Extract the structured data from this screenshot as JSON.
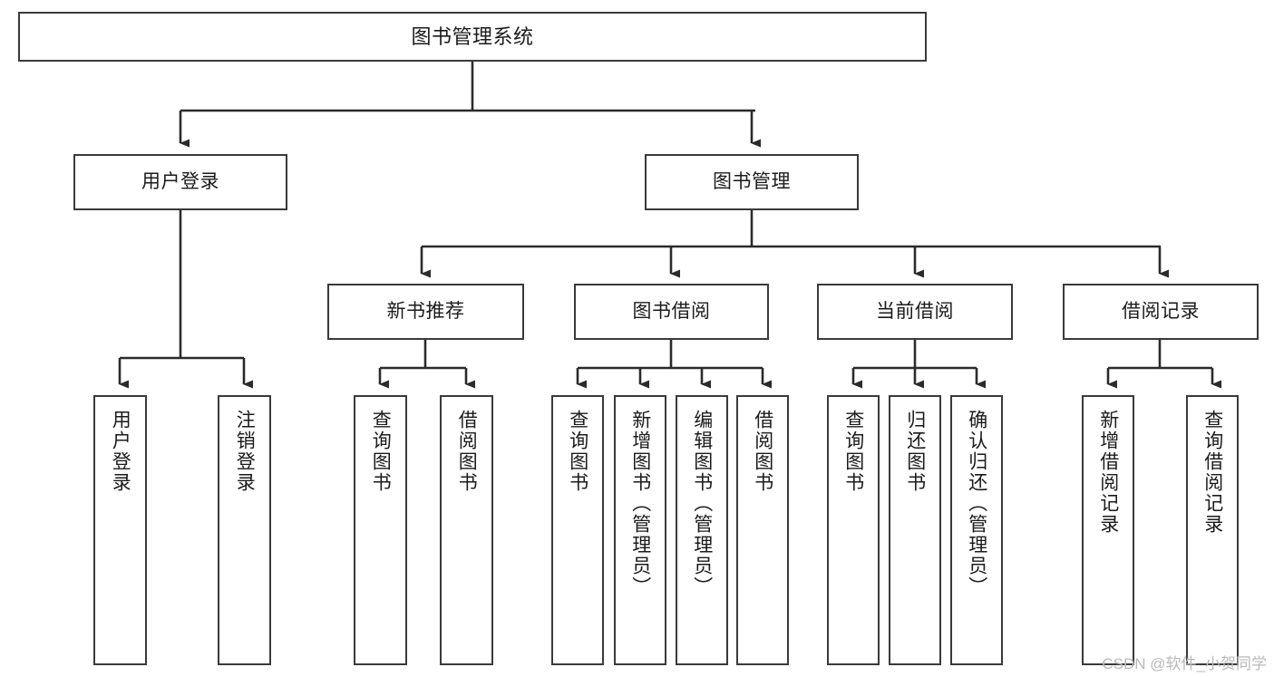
{
  "diagram": {
    "type": "tree",
    "title": "图书管理系统",
    "orientation": "top-down",
    "colors": {
      "box_border": "#3a3a3a",
      "box_fill": "#ffffff",
      "connector": "#2b2b2b",
      "text": "#1b1b1b",
      "watermark": "#b9b9b9",
      "background": "#ffffff"
    },
    "root": {
      "id": "root",
      "label": "图书管理系统"
    },
    "level2": [
      {
        "id": "login",
        "label": "用户登录"
      },
      {
        "id": "bookmgmt",
        "label": "图书管理"
      }
    ],
    "level3": [
      {
        "id": "newbook",
        "label": "新书推荐",
        "parent": "bookmgmt"
      },
      {
        "id": "borrow",
        "label": "图书借阅",
        "parent": "bookmgmt"
      },
      {
        "id": "current",
        "label": "当前借阅",
        "parent": "bookmgmt"
      },
      {
        "id": "record",
        "label": "借阅记录",
        "parent": "bookmgmt"
      }
    ],
    "leaves": {
      "login": [
        {
          "id": "leaf-user-login",
          "label": "用户登录"
        },
        {
          "id": "leaf-logout",
          "label": "注销登录"
        }
      ],
      "newbook": [
        {
          "id": "leaf-query-book-1",
          "label": "查询图书"
        },
        {
          "id": "leaf-borrow-book-1",
          "label": "借阅图书"
        }
      ],
      "borrow": [
        {
          "id": "leaf-query-book-2",
          "label": "查询图书"
        },
        {
          "id": "leaf-add-book",
          "label": "新增图书（管理员）"
        },
        {
          "id": "leaf-edit-book",
          "label": "编辑图书（管理员）"
        },
        {
          "id": "leaf-borrow-book-2",
          "label": "借阅图书"
        }
      ],
      "current": [
        {
          "id": "leaf-query-book-3",
          "label": "查询图书"
        },
        {
          "id": "leaf-return-book",
          "label": "归还图书"
        },
        {
          "id": "leaf-confirm-return",
          "label": "确认归还（管理员）"
        }
      ],
      "record": [
        {
          "id": "leaf-add-record",
          "label": "新增借阅记录"
        },
        {
          "id": "leaf-query-record",
          "label": "查询借阅记录"
        }
      ]
    }
  },
  "watermark": {
    "text": "CSDN @软件_小贺同学"
  }
}
